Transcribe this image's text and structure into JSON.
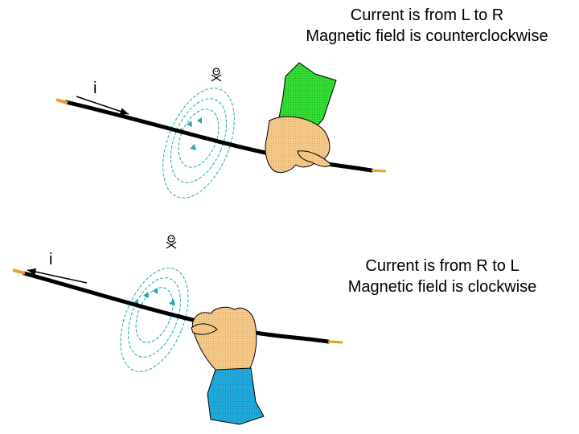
{
  "top_panel": {
    "caption_line1": "Current is from L to R",
    "caption_line2": "Magnetic field is counterclockwise",
    "current_symbol": "i",
    "field_icon": "skull-crossbones-icon",
    "sleeve_color": "#33dd33"
  },
  "bottom_panel": {
    "caption_line1": "Current is from R to L",
    "caption_line2": "Magnetic field is clockwise",
    "current_symbol": "i",
    "field_icon": "skull-crossbones-icon",
    "sleeve_color": "#22aadd"
  },
  "colors": {
    "wire": "#000000",
    "wire_tip": "#e8a020",
    "field_lines": "#22aaaa",
    "hand": "#f5c98a"
  }
}
